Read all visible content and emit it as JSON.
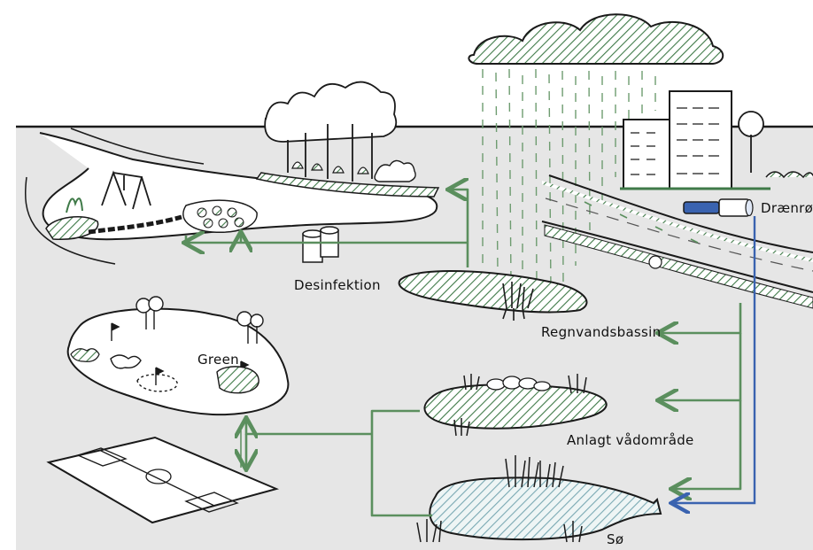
{
  "labels": {
    "desinfektion": "Desinfektion",
    "green": "Green",
    "regnvandsbassin": "Regnvandsbassin",
    "anlagt_vadomrade": "Anlagt vådområde",
    "dranror": "Drænrør",
    "so": "Sø"
  },
  "colors": {
    "ground": "#e6e6e6",
    "green_arrow": "#5b8f5e",
    "blue_pipe": "#3a63b0",
    "hatch_green": "#3f7a48",
    "lake_blue": "#8db7c0"
  }
}
